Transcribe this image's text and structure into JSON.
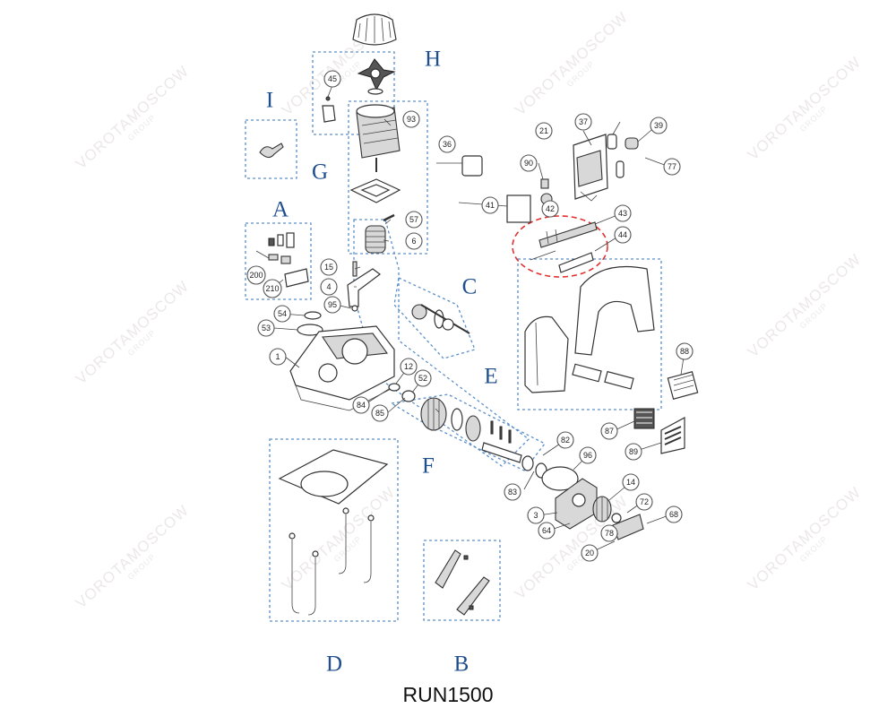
{
  "title": "RUN1500",
  "watermark": {
    "text": "VOROTAMOSCOW",
    "subtext": "GROUP"
  },
  "group_labels": [
    "A",
    "B",
    "C",
    "D",
    "E",
    "F",
    "G",
    "H",
    "I"
  ],
  "callouts": [
    "1",
    "3",
    "4",
    "6",
    "12",
    "14",
    "15",
    "20",
    "21",
    "36",
    "37",
    "39",
    "41",
    "42",
    "43",
    "44",
    "45",
    "52",
    "53",
    "54",
    "57",
    "64",
    "68",
    "72",
    "77",
    "78",
    "82",
    "83",
    "84",
    "85",
    "87",
    "88",
    "89",
    "90",
    "93",
    "95",
    "96",
    "200",
    "210"
  ],
  "highlighted_callout": "43",
  "colors": {
    "group_label": "#1f4e8c",
    "group_box": "#5a8fc8",
    "highlight_fill": "#e03030",
    "highlight_ring": "#e03030"
  }
}
